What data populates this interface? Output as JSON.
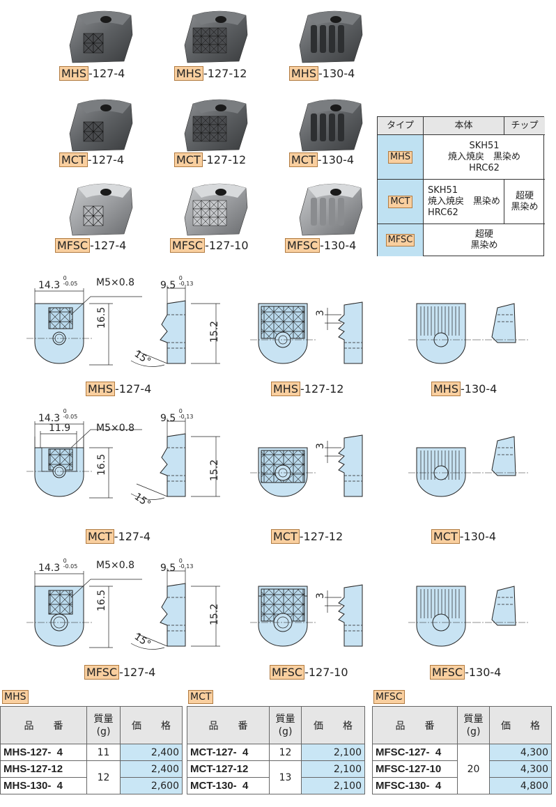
{
  "photos": [
    {
      "code": "MHS",
      "suffix": "-127-4",
      "teeth": "pyramid4"
    },
    {
      "code": "MHS",
      "suffix": "-127-12",
      "teeth": "pyramid12"
    },
    {
      "code": "MHS",
      "suffix": "-130-4",
      "teeth": "ridge"
    },
    {
      "code": "MCT",
      "suffix": "-127-4",
      "teeth": "pyramid4"
    },
    {
      "code": "MCT",
      "suffix": "-127-12",
      "teeth": "pyramid12"
    },
    {
      "code": "MCT",
      "suffix": "-130-4",
      "teeth": "ridge"
    },
    {
      "code": "MFSC",
      "suffix": "-127-4",
      "teeth": "pyramid4"
    },
    {
      "code": "MFSC",
      "suffix": "-127-10",
      "teeth": "pyramid12"
    },
    {
      "code": "MFSC",
      "suffix": "-130-4",
      "teeth": "ridge"
    }
  ],
  "material_table": {
    "headers": {
      "type": "タイプ",
      "body": "本体",
      "tip": "チップ"
    },
    "mhs": {
      "type": "MHS",
      "body": "SKH51\n焼入焼戻　黒染め\nHRC62"
    },
    "mct": {
      "type": "MCT",
      "body": "SKH51\n焼入焼戻　黒染め\nHRC62",
      "tip": "超硬\n黒染め"
    },
    "mfsc": {
      "type": "MFSC",
      "body": "超硬\n黒染め"
    }
  },
  "dims": {
    "width": "14.3",
    "width_tol_upper": "0",
    "width_tol_lower": "-0.05",
    "thread": "M5×0.8",
    "depth": "9.5",
    "depth_tol_upper": "0",
    "depth_tol_lower": "-0.13",
    "height_front": "16.5",
    "height_side": "15.2",
    "angle": "15°",
    "pitch": "3",
    "inner_width": "11.9"
  },
  "drawings": {
    "mhs": {
      "d1": {
        "code": "MHS",
        "suffix": "-127-4"
      },
      "d2": {
        "code": "MHS",
        "suffix": "-127-12"
      },
      "d3": {
        "code": "MHS",
        "suffix": "-130-4"
      }
    },
    "mct": {
      "d1": {
        "code": "MCT",
        "suffix": "-127-4"
      },
      "d2": {
        "code": "MCT",
        "suffix": "-127-12"
      },
      "d3": {
        "code": "MCT",
        "suffix": "-130-4"
      }
    },
    "mfsc": {
      "d1": {
        "code": "MFSC",
        "suffix": "-127-4"
      },
      "d2": {
        "code": "MFSC",
        "suffix": "-127-10"
      },
      "d3": {
        "code": "MFSC",
        "suffix": "-130-4"
      }
    }
  },
  "price_tables": {
    "headers": {
      "part": "品　　番",
      "mass": "質量\n(g)",
      "price": "価　　格"
    },
    "mhs": {
      "title": "MHS",
      "rows": [
        {
          "part": "MHS-127-  4",
          "mass": "11",
          "price": "2,400"
        },
        {
          "part": "MHS-127-12",
          "mass": "12",
          "price": "2,400"
        },
        {
          "part": "MHS-130-  4",
          "price": "2,600"
        }
      ]
    },
    "mct": {
      "title": "MCT",
      "rows": [
        {
          "part": "MCT-127-  4",
          "mass": "12",
          "price": "2,100"
        },
        {
          "part": "MCT-127-12",
          "mass": "13",
          "price": "2,100"
        },
        {
          "part": "MCT-130-  4",
          "price": "2,100"
        }
      ]
    },
    "mfsc": {
      "title": "MFSC",
      "rows": [
        {
          "part": "MFSC-127-  4",
          "mass": "20",
          "price": "4,300"
        },
        {
          "part": "MFSC-127-10",
          "price": "4,300"
        },
        {
          "part": "MFSC-130-  4",
          "price": "4,800"
        }
      ]
    }
  }
}
